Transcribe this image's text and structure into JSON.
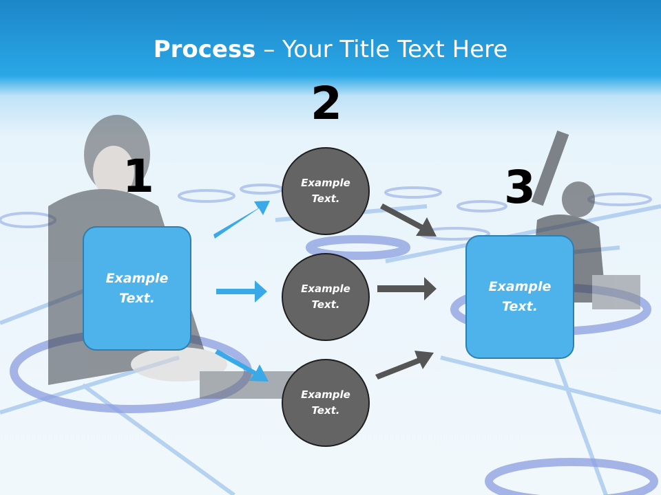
{
  "title": {
    "bold": "Process",
    "rest": " – Your Title Text Here"
  },
  "steps": {
    "one": {
      "number": "1",
      "line1": "Example",
      "line2": "Text."
    },
    "two": {
      "number": "2",
      "circles": [
        {
          "line1": "Example",
          "line2": "Text."
        },
        {
          "line1": "Example",
          "line2": "Text."
        },
        {
          "line1": "Example",
          "line2": "Text."
        }
      ]
    },
    "three": {
      "number": "3",
      "line1": "Example",
      "line2": "Text."
    }
  },
  "colors": {
    "header_blue": "#2aa7e6",
    "box_fill": "#4db3ea",
    "circle_fill": "#646464",
    "arrow_blue": "#39a9e8",
    "arrow_gray": "#555555"
  },
  "icons": {
    "arrow_right": "arrow-right-icon"
  }
}
